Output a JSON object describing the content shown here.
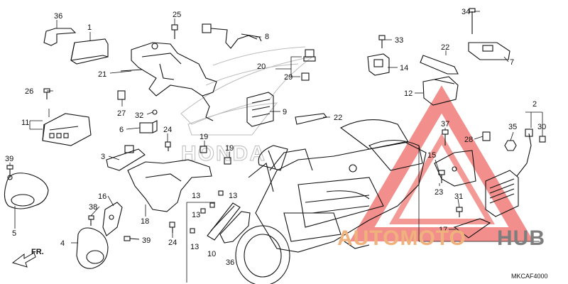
{
  "diagram_code": "MKCAF4000",
  "direction_label": "FR.",
  "brand_mark": "HONDA",
  "watermark": {
    "part1": "AUTOMOTO",
    "part2": "HUB",
    "accent_color": "#e8332e"
  },
  "callouts": {
    "c2": "2",
    "c3": "3",
    "c4": "4",
    "c5": "5",
    "c6": "6",
    "c7": "7",
    "c8": "8",
    "c9": "9",
    "c10": "10",
    "c11": "11",
    "c12": "12",
    "c13a": "13",
    "c13b": "13",
    "c13c": "13",
    "c13d": "13",
    "c14": "14",
    "c15": "15",
    "c16": "16",
    "c17": "17",
    "c18": "18",
    "c19a": "19",
    "c19b": "19",
    "c20": "20",
    "c21": "21",
    "c22a": "22",
    "c22b": "22",
    "c23": "23",
    "c24a": "24",
    "c24b": "24",
    "c25": "25",
    "c26": "26",
    "c27": "27",
    "c28": "28",
    "c29": "29",
    "c30": "30",
    "c31": "31",
    "c32": "32",
    "c33": "33",
    "c34": "34",
    "c35": "35",
    "c36a": "36",
    "c36b": "36",
    "c37": "37",
    "c38": "38",
    "c39a": "39",
    "c39b": "39",
    "c1": "1"
  }
}
